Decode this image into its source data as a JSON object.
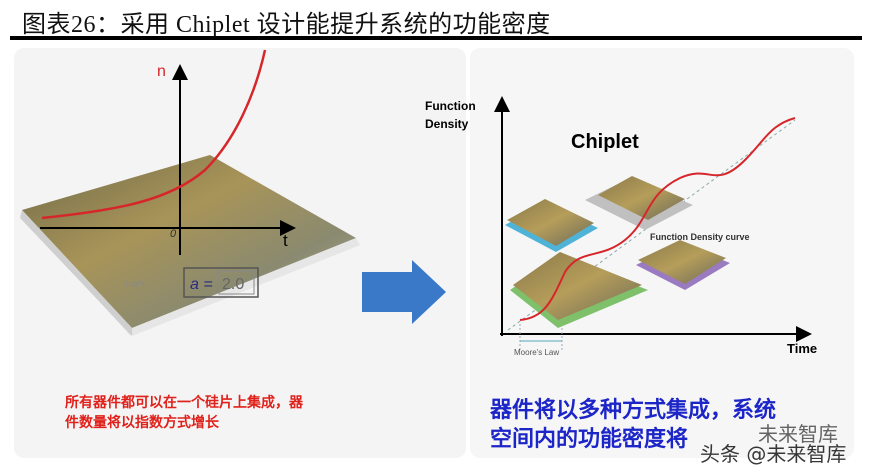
{
  "header": {
    "title": "图表26：采用 Chiplet 设计能提升系统的功能密度"
  },
  "left_figure": {
    "y_axis_label": "n",
    "x_axis_label": "t",
    "origin_label": "0",
    "formula_faint": "t=a^t",
    "param_label": "a =",
    "param_value": "2.0",
    "caption": "所有器件都可以在一个硅片上集成，器件数量将以指数方式增长"
  },
  "right_figure": {
    "y_axis_label_line1": "Function",
    "y_axis_label_line2": "Density",
    "x_axis_label": "Time",
    "title": "Chiplet",
    "curve_label": "Function Density curve",
    "range_label": "Moore's Law",
    "caption_line1": "器件将以多种方式集成，系统",
    "caption_line2": "空间内的功能密度将"
  },
  "watermark": {
    "text1": "未来智库",
    "text2": "头条 @未来智库"
  },
  "colors": {
    "curve": "#d6262a",
    "caption_red": "#e0201a",
    "caption_blue": "#1c25c8",
    "arrow": "#3a78c8"
  }
}
